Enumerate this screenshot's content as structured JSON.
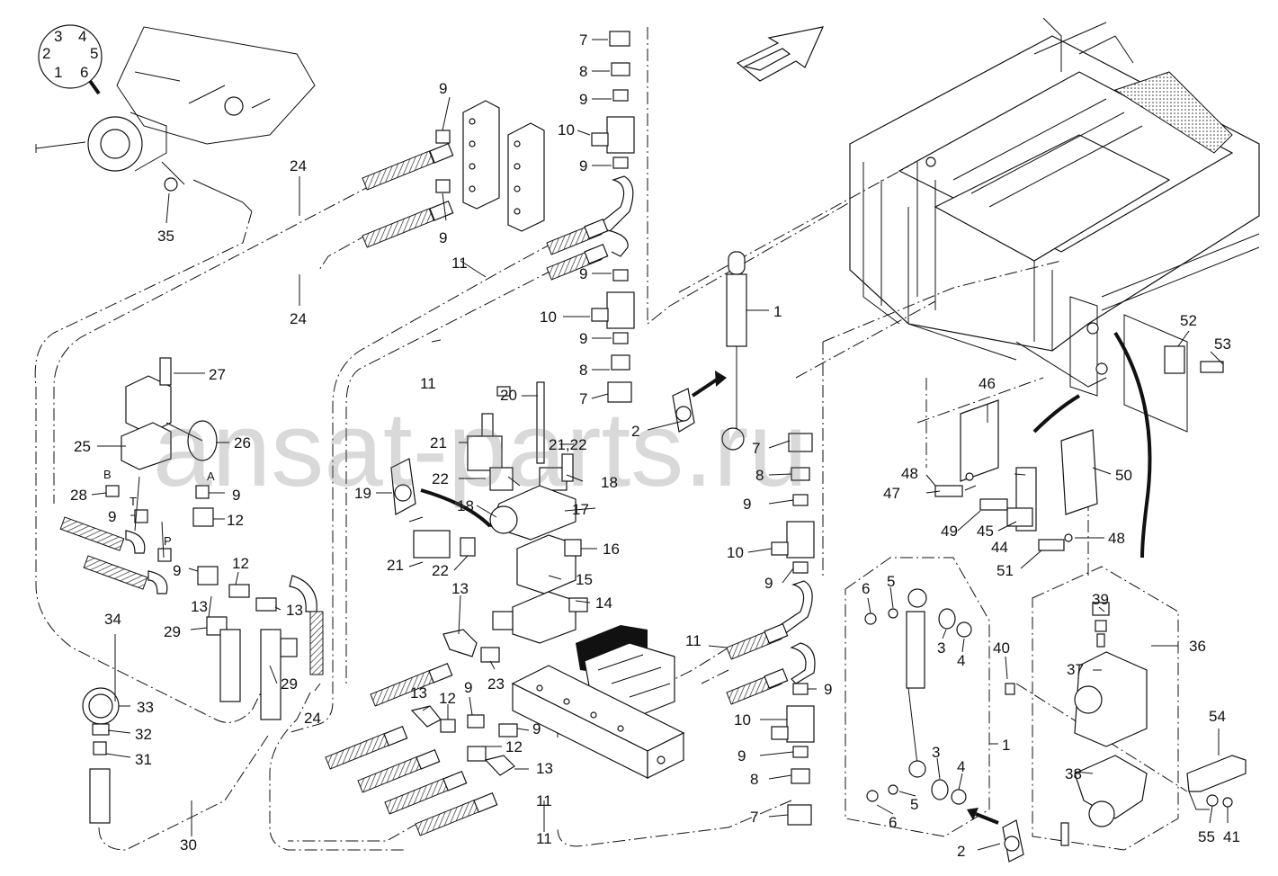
{
  "watermark": "ansat-parts.ru",
  "dial_numbers": [
    "1",
    "2",
    "3",
    "4",
    "5",
    "6"
  ],
  "port_letters": [
    "B",
    "T",
    "P",
    "A"
  ],
  "callouts": [
    "7",
    "8",
    "9",
    "10",
    "9",
    "9",
    "9",
    "11",
    "9",
    "10",
    "9",
    "8",
    "7",
    "1",
    "2",
    "24",
    "35",
    "24",
    "11",
    "27",
    "25",
    "26",
    "20",
    "21",
    "21,22",
    "22",
    "18",
    "19",
    "18",
    "17",
    "28",
    "9",
    "9",
    "12",
    "9",
    "12",
    "13",
    "13",
    "29",
    "29",
    "21",
    "22",
    "16",
    "15",
    "14",
    "13",
    "23",
    "11",
    "9",
    "12",
    "13",
    "9",
    "12",
    "13",
    "11",
    "24",
    "34",
    "33",
    "32",
    "31",
    "30",
    "7",
    "8",
    "9",
    "10",
    "9",
    "9",
    "10",
    "9",
    "8",
    "7",
    "11",
    "46",
    "48",
    "47",
    "49",
    "45",
    "44",
    "50",
    "48",
    "51",
    "52",
    "53",
    "6",
    "5",
    "3",
    "4",
    "1",
    "3",
    "4",
    "5",
    "6",
    "2",
    "39",
    "40",
    "36",
    "37",
    "38",
    "54",
    "55",
    "41"
  ]
}
